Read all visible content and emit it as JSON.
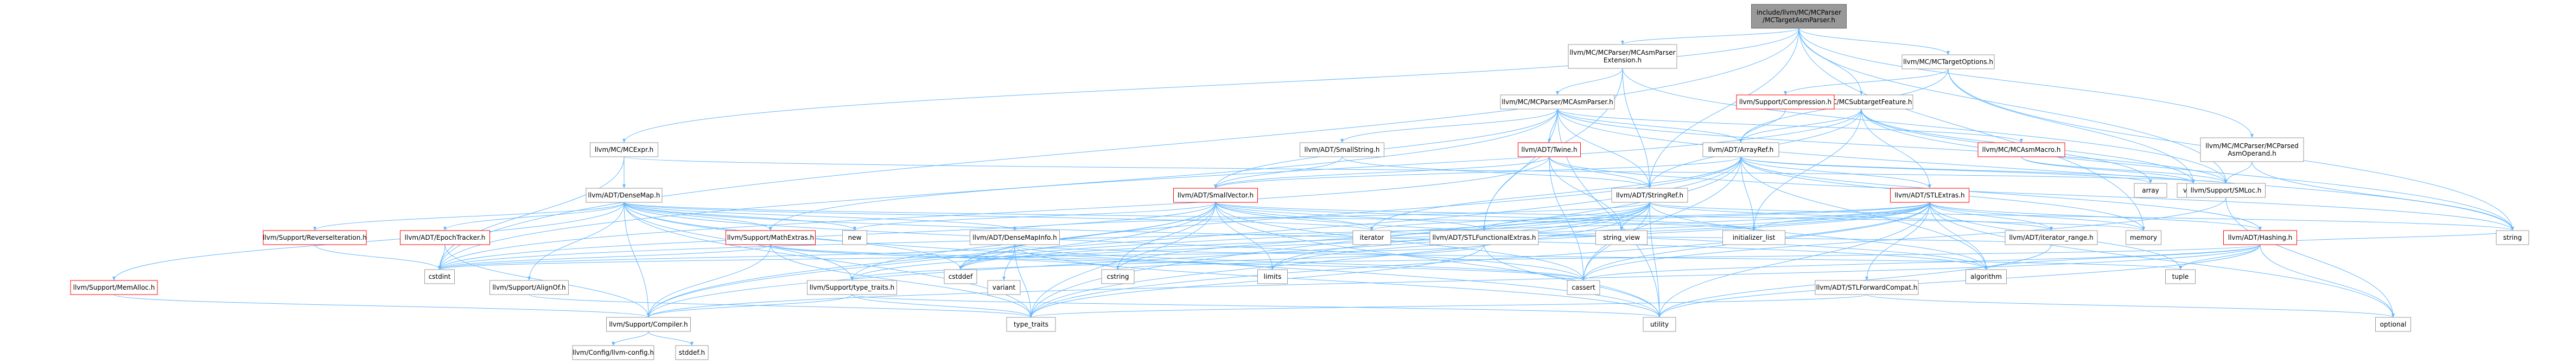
{
  "colors": {
    "node_fill": "#ffffff",
    "node_border": "#999999",
    "root_fill": "#999999",
    "root_border": "#666666",
    "red_border": "#ff0000",
    "edge": "#63b8ff"
  },
  "nodes": [
    {
      "id": "root",
      "lines": [
        "include/llvm/MC/MCParser",
        "/MCTargetAsmParser.h"
      ],
      "style": "root"
    },
    {
      "id": "mcasmparserext",
      "lines": [
        "llvm/MC/MCParser/MCAsmParser",
        "Extension.h"
      ]
    },
    {
      "id": "mctargetoptions",
      "lines": [
        "llvm/MC/MCTargetOptions.h"
      ]
    },
    {
      "id": "mcsubtarget",
      "lines": [
        "llvm/MC/MCSubtargetFeature.h"
      ]
    },
    {
      "id": "compression",
      "lines": [
        "llvm/Support/Compression.h"
      ],
      "style": "red"
    },
    {
      "id": "mcasmparser",
      "lines": [
        "llvm/MC/MCParser/MCAsmParser.h"
      ]
    },
    {
      "id": "mcparsedoperand",
      "lines": [
        "llvm/MC/MCParser/MCParsed",
        "AsmOperand.h"
      ]
    },
    {
      "id": "mcexpr",
      "lines": [
        "llvm/MC/MCExpr.h"
      ]
    },
    {
      "id": "smallstring",
      "lines": [
        "llvm/ADT/SmallString.h"
      ]
    },
    {
      "id": "twine",
      "lines": [
        "llvm/ADT/Twine.h"
      ],
      "style": "red"
    },
    {
      "id": "arrayref",
      "lines": [
        "llvm/ADT/ArrayRef.h"
      ]
    },
    {
      "id": "mcasmmacro",
      "lines": [
        "llvm/MC/MCAsmMacro.h"
      ],
      "style": "red"
    },
    {
      "id": "array",
      "lines": [
        "array"
      ]
    },
    {
      "id": "vector",
      "lines": [
        "vector"
      ]
    },
    {
      "id": "smloc",
      "lines": [
        "llvm/Support/SMLoc.h"
      ]
    },
    {
      "id": "densemap",
      "lines": [
        "llvm/ADT/DenseMap.h"
      ]
    },
    {
      "id": "smallvector",
      "lines": [
        "llvm/ADT/SmallVector.h"
      ],
      "style": "red"
    },
    {
      "id": "stringref",
      "lines": [
        "llvm/ADT/StringRef.h"
      ]
    },
    {
      "id": "stlextras",
      "lines": [
        "llvm/ADT/STLExtras.h"
      ],
      "style": "red"
    },
    {
      "id": "memory",
      "lines": [
        "memory"
      ]
    },
    {
      "id": "string",
      "lines": [
        "string"
      ]
    },
    {
      "id": "new",
      "lines": [
        "new"
      ]
    },
    {
      "id": "iterator",
      "lines": [
        "iterator"
      ]
    },
    {
      "id": "string_view",
      "lines": [
        "string_view"
      ]
    },
    {
      "id": "initializer_list",
      "lines": [
        "initializer_list"
      ]
    },
    {
      "id": "reverseiteration",
      "lines": [
        "llvm/Support/ReverseIteration.h"
      ],
      "style": "red"
    },
    {
      "id": "epochtracker",
      "lines": [
        "llvm/ADT/EpochTracker.h"
      ],
      "style": "red"
    },
    {
      "id": "mathextras",
      "lines": [
        "llvm/Support/MathExtras.h"
      ],
      "style": "red"
    },
    {
      "id": "densemapinfo",
      "lines": [
        "llvm/ADT/DenseMapInfo.h"
      ]
    },
    {
      "id": "stlfunctional",
      "lines": [
        "llvm/ADT/STLFunctionalExtras.h"
      ]
    },
    {
      "id": "iteratorrange",
      "lines": [
        "llvm/ADT/iterator_range.h"
      ]
    },
    {
      "id": "hashing",
      "lines": [
        "llvm/ADT/Hashing.h"
      ],
      "style": "red"
    },
    {
      "id": "memalloc",
      "lines": [
        "llvm/Support/MemAlloc.h"
      ],
      "style": "red"
    },
    {
      "id": "alignof",
      "lines": [
        "llvm/Support/AlignOf.h"
      ]
    },
    {
      "id": "typetraits_llvm",
      "lines": [
        "llvm/Support/type_traits.h"
      ]
    },
    {
      "id": "stlforwardcompat",
      "lines": [
        "llvm/ADT/STLForwardCompat.h"
      ]
    },
    {
      "id": "cstddef",
      "lines": [
        "cstddef"
      ]
    },
    {
      "id": "cstdint",
      "lines": [
        "cstdint"
      ]
    },
    {
      "id": "variant",
      "lines": [
        "variant"
      ]
    },
    {
      "id": "cstring",
      "lines": [
        "cstring"
      ]
    },
    {
      "id": "limits",
      "lines": [
        "limits"
      ]
    },
    {
      "id": "cassert",
      "lines": [
        "cassert"
      ]
    },
    {
      "id": "algorithm",
      "lines": [
        "algorithm"
      ]
    },
    {
      "id": "tuple",
      "lines": [
        "tuple"
      ]
    },
    {
      "id": "type_traits",
      "lines": [
        "type_traits"
      ]
    },
    {
      "id": "utility",
      "lines": [
        "utility"
      ]
    },
    {
      "id": "optional",
      "lines": [
        "optional"
      ]
    },
    {
      "id": "compiler",
      "lines": [
        "llvm/Support/Compiler.h"
      ]
    },
    {
      "id": "config",
      "lines": [
        "llvm/Config/llvm-config.h"
      ]
    },
    {
      "id": "stddef",
      "lines": [
        "stddef.h"
      ]
    }
  ],
  "edges": [
    [
      "root",
      "mcasmparserext"
    ],
    [
      "root",
      "mctargetoptions"
    ],
    [
      "root",
      "mcsubtarget"
    ],
    [
      "root",
      "mcparsedoperand"
    ],
    [
      "root",
      "mcexpr"
    ],
    [
      "root",
      "stringref"
    ],
    [
      "root",
      "smloc"
    ],
    [
      "root",
      "memory"
    ],
    [
      "root",
      "cstdint"
    ],
    [
      "mcasmparserext",
      "mcasmparser"
    ],
    [
      "mcasmparserext",
      "stringref"
    ],
    [
      "mcasmparserext",
      "stlfunctional"
    ],
    [
      "mcasmparserext",
      "smloc"
    ],
    [
      "mctargetoptions",
      "compression"
    ],
    [
      "mctargetoptions",
      "arrayref"
    ],
    [
      "mctargetoptions",
      "string"
    ],
    [
      "mctargetoptions",
      "vector"
    ],
    [
      "mcsubtarget",
      "arrayref"
    ],
    [
      "mcsubtarget",
      "stlextras"
    ],
    [
      "mcsubtarget",
      "stringref"
    ],
    [
      "mcsubtarget",
      "mathextras"
    ],
    [
      "mcsubtarget",
      "array"
    ],
    [
      "mcsubtarget",
      "initializer_list"
    ],
    [
      "mcsubtarget",
      "string"
    ],
    [
      "mcsubtarget",
      "vector"
    ],
    [
      "compression",
      "arrayref"
    ],
    [
      "mcasmparser",
      "arrayref"
    ],
    [
      "mcasmparser",
      "stlfunctional"
    ],
    [
      "mcasmparser",
      "smallstring"
    ],
    [
      "mcasmparser",
      "smallvector"
    ],
    [
      "mcasmparser",
      "stringref"
    ],
    [
      "mcasmparser",
      "twine"
    ],
    [
      "mcasmparser",
      "mcasmmacro"
    ],
    [
      "mcasmparser",
      "smloc"
    ],
    [
      "mcasmparser",
      "cstdint"
    ],
    [
      "mcasmparser",
      "string"
    ],
    [
      "mcasmparser",
      "utility"
    ],
    [
      "mcparsedoperand",
      "smloc"
    ],
    [
      "mcparsedoperand",
      "string"
    ],
    [
      "mcexpr",
      "densemap"
    ],
    [
      "mcexpr",
      "smloc"
    ],
    [
      "mcexpr",
      "cstdint"
    ],
    [
      "smallstring",
      "smallvector"
    ],
    [
      "smallstring",
      "stringref"
    ],
    [
      "twine",
      "smallvector"
    ],
    [
      "twine",
      "stringref"
    ],
    [
      "twine",
      "cassert"
    ],
    [
      "twine",
      "cstdint"
    ],
    [
      "twine",
      "string"
    ],
    [
      "twine",
      "string_view"
    ],
    [
      "arrayref",
      "hashing"
    ],
    [
      "arrayref",
      "smallvector"
    ],
    [
      "arrayref",
      "stlextras"
    ],
    [
      "arrayref",
      "compiler"
    ],
    [
      "arrayref",
      "algorithm"
    ],
    [
      "arrayref",
      "array"
    ],
    [
      "arrayref",
      "cassert"
    ],
    [
      "arrayref",
      "cstddef"
    ],
    [
      "arrayref",
      "initializer_list"
    ],
    [
      "arrayref",
      "iterator"
    ],
    [
      "arrayref",
      "memory"
    ],
    [
      "arrayref",
      "type_traits"
    ],
    [
      "arrayref",
      "vector"
    ],
    [
      "mcasmmacro",
      "smloc"
    ],
    [
      "mcasmmacro",
      "vector"
    ],
    [
      "smloc",
      "cassert"
    ],
    [
      "smloc",
      "optional"
    ],
    [
      "densemap",
      "densemapinfo"
    ],
    [
      "densemap",
      "epochtracker"
    ],
    [
      "densemap",
      "alignof"
    ],
    [
      "densemap",
      "compiler"
    ],
    [
      "densemap",
      "mathextras"
    ],
    [
      "densemap",
      "memalloc"
    ],
    [
      "densemap",
      "reverseiteration"
    ],
    [
      "densemap",
      "typetraits_llvm"
    ],
    [
      "densemap",
      "algorithm"
    ],
    [
      "densemap",
      "cassert"
    ],
    [
      "densemap",
      "cstddef"
    ],
    [
      "densemap",
      "initializer_list"
    ],
    [
      "densemap",
      "iterator"
    ],
    [
      "densemap",
      "new"
    ],
    [
      "densemap",
      "type_traits"
    ],
    [
      "densemap",
      "utility"
    ],
    [
      "smallvector",
      "compiler"
    ],
    [
      "smallvector",
      "typetraits_llvm"
    ],
    [
      "smallvector",
      "algorithm"
    ],
    [
      "smallvector",
      "cassert"
    ],
    [
      "smallvector",
      "cstddef"
    ],
    [
      "smallvector",
      "cstdint"
    ],
    [
      "smallvector",
      "cstring"
    ],
    [
      "smallvector",
      "functional"
    ],
    [
      "smallvector",
      "initializer_list"
    ],
    [
      "smallvector",
      "iterator"
    ],
    [
      "smallvector",
      "limits"
    ],
    [
      "smallvector",
      "memory"
    ],
    [
      "smallvector",
      "new"
    ],
    [
      "smallvector",
      "type_traits"
    ],
    [
      "smallvector",
      "utility"
    ],
    [
      "stringref",
      "densemapinfo"
    ],
    [
      "stringref",
      "stlfunctional"
    ],
    [
      "stringref",
      "iteratorrange"
    ],
    [
      "stringref",
      "compiler"
    ],
    [
      "stringref",
      "algorithm"
    ],
    [
      "stringref",
      "cassert"
    ],
    [
      "stringref",
      "cstddef"
    ],
    [
      "stringref",
      "cstring"
    ],
    [
      "stringref",
      "limits"
    ],
    [
      "stringref",
      "string"
    ],
    [
      "stringref",
      "string_view"
    ],
    [
      "stringref",
      "type_traits"
    ],
    [
      "stringref",
      "utility"
    ],
    [
      "stlextras",
      "hashing"
    ],
    [
      "stlextras",
      "stlforwardcompat"
    ],
    [
      "stlextras",
      "stlfunctional"
    ],
    [
      "stlextras",
      "iteratorrange"
    ],
    [
      "stlextras",
      "typetraits_llvm"
    ],
    [
      "stlextras",
      "algorithm"
    ],
    [
      "stlextras",
      "cassert"
    ],
    [
      "stlextras",
      "cstddef"
    ],
    [
      "stlextras",
      "cstdint"
    ],
    [
      "stlextras",
      "initializer_list"
    ],
    [
      "stlextras",
      "iterator"
    ],
    [
      "stlextras",
      "limits"
    ],
    [
      "stlextras",
      "memory"
    ],
    [
      "stlextras",
      "optional"
    ],
    [
      "stlextras",
      "tuple"
    ],
    [
      "stlextras",
      "type_traits"
    ],
    [
      "stlextras",
      "utility"
    ],
    [
      "mathextras",
      "compiler"
    ],
    [
      "mathextras",
      "cassert"
    ],
    [
      "mathextras",
      "cstdint"
    ],
    [
      "mathextras",
      "cstring"
    ],
    [
      "mathextras",
      "limits"
    ],
    [
      "mathextras",
      "type_traits"
    ],
    [
      "densemapinfo",
      "cassert"
    ],
    [
      "densemapinfo",
      "cstddef"
    ],
    [
      "densemapinfo",
      "cstdint"
    ],
    [
      "densemapinfo",
      "tuple"
    ],
    [
      "densemapinfo",
      "type_traits"
    ],
    [
      "densemapinfo",
      "utility"
    ],
    [
      "densemapinfo",
      "variant"
    ],
    [
      "stlfunctional",
      "typetraits_llvm"
    ],
    [
      "stlfunctional",
      "cstdint"
    ],
    [
      "stlfunctional",
      "type_traits"
    ],
    [
      "stlfunctional",
      "utility"
    ],
    [
      "iteratorrange",
      "iterator"
    ],
    [
      "iteratorrange",
      "utility"
    ],
    [
      "hashing",
      "compiler"
    ],
    [
      "hashing",
      "algorithm"
    ],
    [
      "hashing",
      "cassert"
    ],
    [
      "hashing",
      "cstring"
    ],
    [
      "hashing",
      "optional"
    ],
    [
      "hashing",
      "string"
    ],
    [
      "hashing",
      "tuple"
    ],
    [
      "hashing",
      "utility"
    ],
    [
      "memalloc",
      "compiler"
    ],
    [
      "alignof",
      "type_traits"
    ],
    [
      "typetraits_llvm",
      "compiler"
    ],
    [
      "typetraits_llvm",
      "type_traits"
    ],
    [
      "typetraits_llvm",
      "utility"
    ],
    [
      "stlforwardcompat",
      "optional"
    ],
    [
      "stlforwardcompat",
      "type_traits"
    ],
    [
      "epochtracker",
      "cstdint"
    ],
    [
      "reverseiteration",
      "cstdint"
    ],
    [
      "compiler",
      "config"
    ],
    [
      "compiler",
      "stddef"
    ],
    [
      "epochtracker",
      "compiler"
    ],
    [
      "smallvector",
      "stlfunctional"
    ]
  ]
}
